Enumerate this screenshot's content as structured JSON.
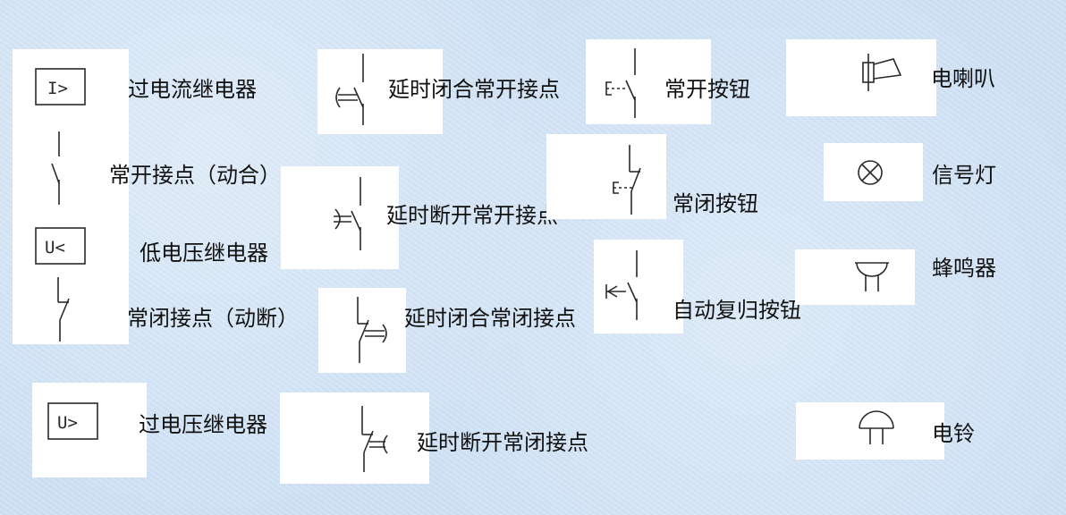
{
  "labels": {
    "overcurrent_relay": "过电流继电器",
    "no_contact": "常开接点（动合）",
    "undervoltage_relay": "低电压继电器",
    "nc_contact": "常闭接点（动断）",
    "overvoltage_relay": "过电压继电器",
    "delay_close_no": "延时闭合常开接点",
    "delay_open_no": "延时断开常开接点",
    "delay_close_nc": "延时闭合常闭接点",
    "delay_open_nc": "延时断开常闭接点",
    "no_button": "常开按钮",
    "nc_button": "常闭按钮",
    "auto_reset_button": "自动复归按钮",
    "speaker": "电喇叭",
    "signal_lamp": "信号灯",
    "buzzer": "蜂鸣器",
    "bell": "电铃"
  },
  "relay_marks": {
    "overcurrent": "I>",
    "undervoltage": "U<",
    "overvoltage": "U>"
  }
}
